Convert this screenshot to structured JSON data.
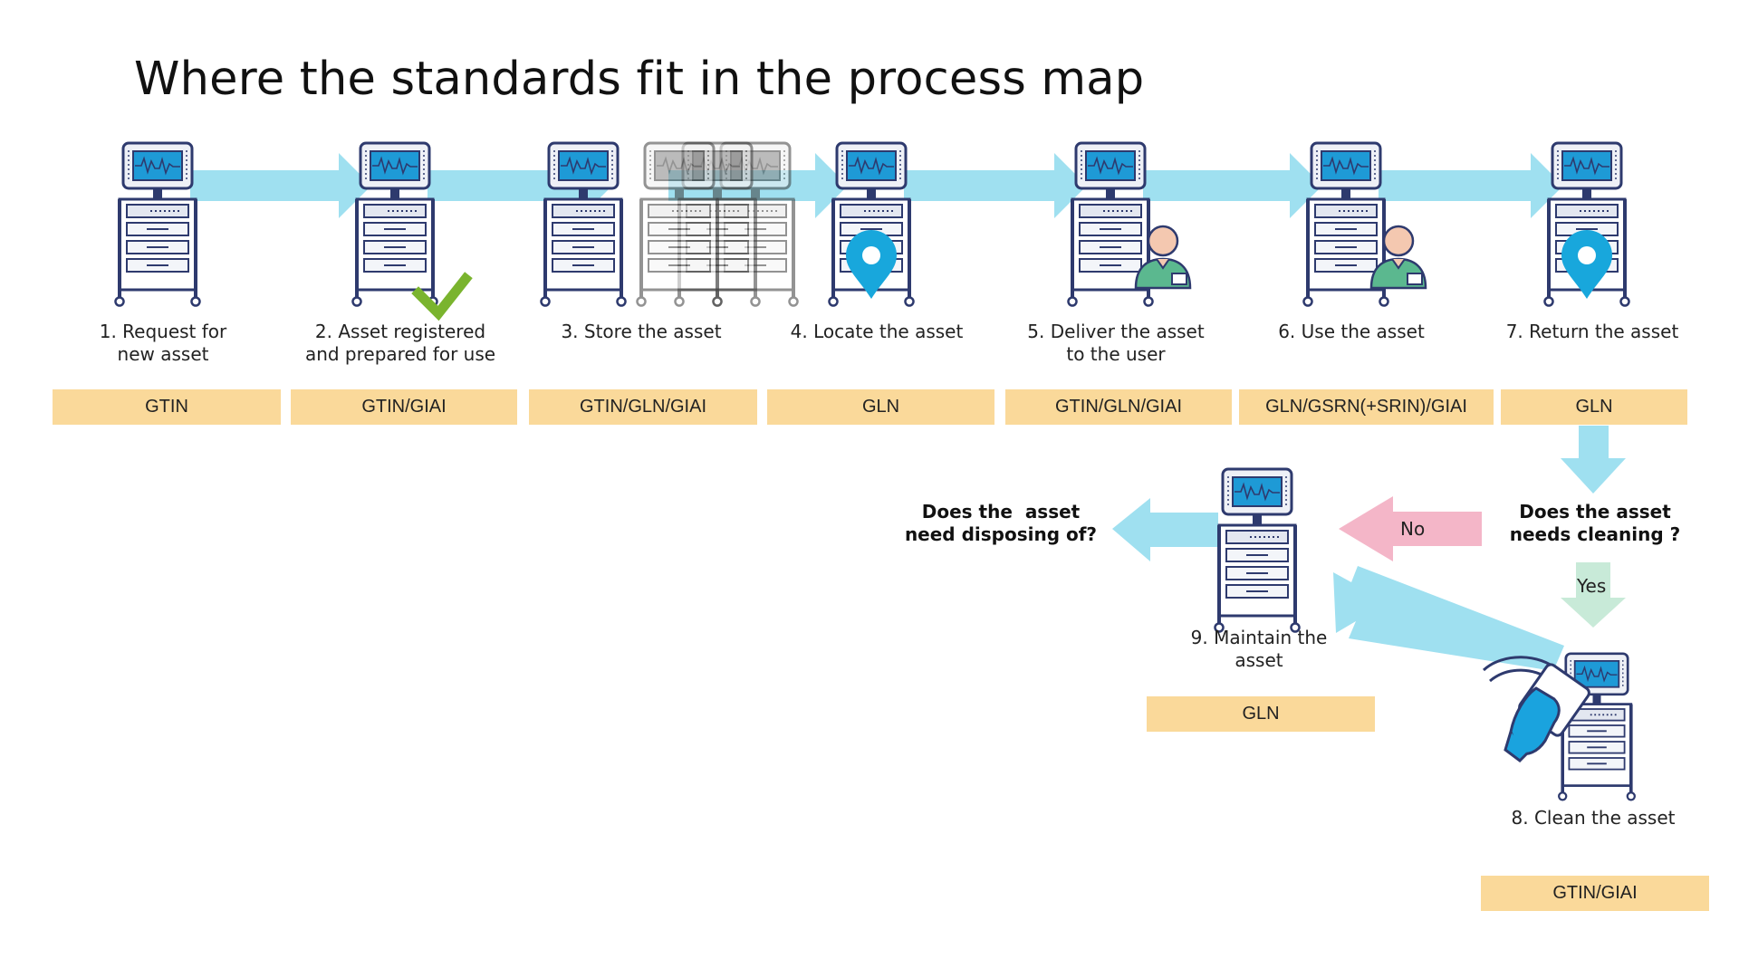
{
  "title": "Where the standards fit in the process map",
  "colors": {
    "flow_arrow": "#9fe0f0",
    "no_arrow": "#f4b6c8",
    "yes_arrow": "#c8ead8",
    "standard_box": "#fad99a",
    "device_outline": "#2e3a6e",
    "screen": "#1e9ad6",
    "location_pin": "#18a7dc",
    "check": "#7ab42e",
    "glove": "#1aa3de"
  },
  "steps": [
    {
      "caption": "1. Request for\nnew asset",
      "standard": "GTIN",
      "icon": "medical-cart-icon"
    },
    {
      "caption": "2. Asset registered\nand prepared for use",
      "standard": "GTIN/GIAI",
      "icon": "medical-cart-check-icon"
    },
    {
      "caption": "3. Store the asset",
      "standard": "GTIN/GLN/GIAI",
      "icon": "medical-cart-stack-icon"
    },
    {
      "caption": "4. Locate the asset",
      "standard": "GLN",
      "icon": "medical-cart-pin-icon"
    },
    {
      "caption": "5. Deliver the asset\nto the user",
      "standard": "GTIN/GLN/GIAI",
      "icon": "medical-cart-user-icon"
    },
    {
      "caption": "6. Use the asset",
      "standard": "GLN/GSRN(+SRIN)/GIAI",
      "icon": "medical-cart-user-icon"
    },
    {
      "caption": "7. Return the asset",
      "standard": "GLN",
      "icon": "medical-cart-pin-icon"
    }
  ],
  "maintain": {
    "caption": "9. Maintain the\nasset",
    "standard": "GLN",
    "icon": "medical-cart-icon"
  },
  "clean": {
    "caption": "8. Clean the asset",
    "standard": "GTIN/GIAI",
    "icon": "medical-cart-glove-icon"
  },
  "questions": {
    "cleaning": "Does the asset\nneeds cleaning ?",
    "disposing": "Does the  asset\nneed disposing of?"
  },
  "branch_labels": {
    "no": "No",
    "yes": "Yes"
  }
}
